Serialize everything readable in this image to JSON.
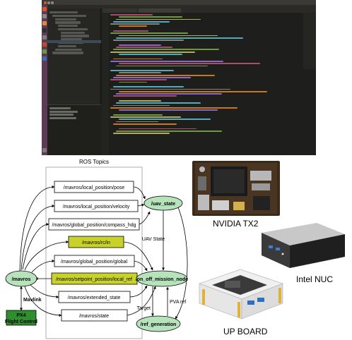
{
  "diagram": {
    "group_title": "ROS Topics",
    "topics": {
      "local_position_pose": "/mavros/local_position/pose",
      "local_position_velocity": "/mavros/local_position/velocity",
      "global_position_compass_hdg": "/mavros/global_position/compass_hdg",
      "rc_in": "/mavros/rc/in",
      "global_position_global": "/mavros/global_position/global",
      "setpoint_position_local_ref": "/mavros/setpoint_position/local_ref",
      "extended_state": "/mavros/extended_state",
      "state": "/mavros/state"
    },
    "nodes": {
      "mavros": "/mavros",
      "uav_state": "/uav_state",
      "on_off_mission_node": "/on_off_mission_node",
      "ref_generation": "/ref_generation"
    },
    "edge_labels": {
      "uav_state": "UAV State",
      "pva_ref": "PVA ref",
      "target": "Target",
      "mavlink": "Mavlink"
    },
    "px4": {
      "line1": "PX4",
      "line2": "Flight Control"
    },
    "colors": {
      "node_fill": "#b7e3bc",
      "highlight_fill": "#c8d22a",
      "px4_fill": "#2f8f2f",
      "mavlink_text": "#cc0000"
    }
  },
  "hardware": {
    "tx2": "NVIDIA TX2",
    "nuc": "Intel NUC",
    "upboard": "UP BOARD"
  }
}
